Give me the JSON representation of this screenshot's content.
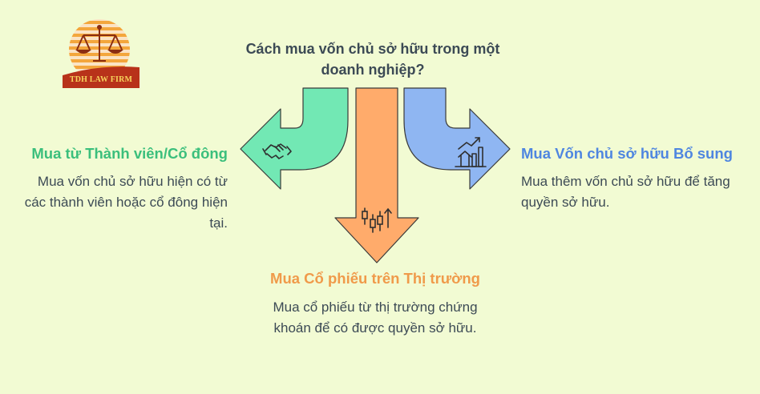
{
  "logo": {
    "text": "TDH LAW FIRM"
  },
  "title": "Cách mua vốn chủ sở hữu trong một doanh nghiệp?",
  "options": {
    "left": {
      "title": "Mua từ Thành viên/Cổ đông",
      "description": "Mua vốn chủ sở hữu hiện có từ các thành viên hoặc cổ đông hiện tại.",
      "color": "#3bbf7c",
      "icon": "handshake-icon"
    },
    "middle": {
      "title": "Mua Cổ phiếu trên Thị trường",
      "description": "Mua cổ phiếu từ thị trường chứng khoán để có được quyền sở hữu.",
      "color": "#f09a4a",
      "icon": "candlestick-chart-icon"
    },
    "right": {
      "title": "Mua Vốn chủ sở hữu Bổ sung",
      "description": "Mua thêm vốn chủ sở hữu để tăng quyền sở hữu.",
      "color": "#4f86e0",
      "icon": "house-growth-chart-icon"
    }
  }
}
